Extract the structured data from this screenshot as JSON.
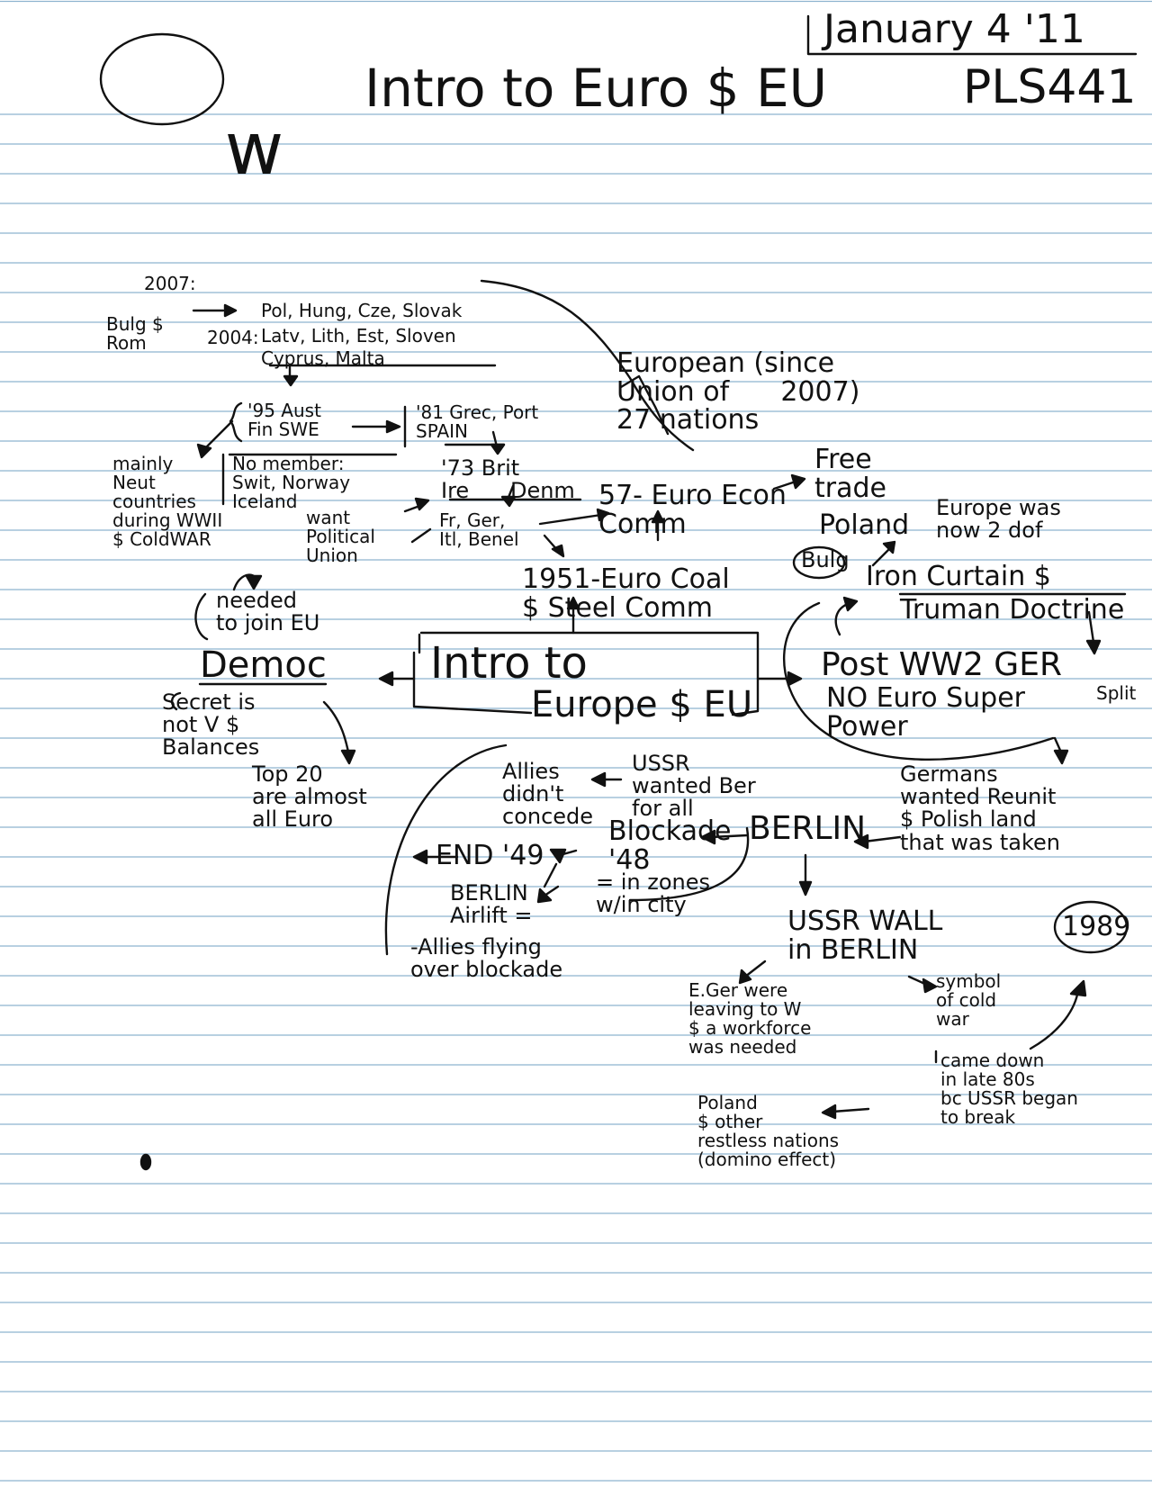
{
  "note": {
    "date": "January 4 '11",
    "title": "Intro to Euro $ EU",
    "course": "PLS441",
    "logo_letter": "w"
  },
  "map": {
    "center": {
      "line1": "Intro to",
      "line2": "Europe $ EU"
    },
    "expansion": {
      "y2007_label": "2007:",
      "y2007": "Bulg $\nRom",
      "y2004_label": "2004:",
      "y2004_line1": "Pol, Hung, Cze, Slovak",
      "y2004_line2": "Latv, Lith, Est, Sloven",
      "y2004_line3": "Cyprus, Malta",
      "y1995": "'95 Aust\nFin SWE",
      "y1981": "'81 Grec, Port\nSPAIN",
      "y1973": "'73 Brit\nIre      Denm",
      "founders": "Fr, Ger,\nItl, Benel",
      "non_members": "No member:\nSwit, Norway\nIceland",
      "neutral": "mainly\nNeut\ncountries\nduring WWII\n$ ColdWAR"
    },
    "eu": {
      "text": "European (since\nUnion of      2007)\n27 nations",
      "political": "want\nPolitical\nUnion",
      "eec": "57- Euro Econ\nComm",
      "free_trade": "Free\ntrade",
      "ecsc": "1951-Euro Coal\n$ Steel Comm"
    },
    "democ": {
      "label": "Democ",
      "needed": "needed\nto join EU",
      "secret": "Secret is\nnot V $\nBalances",
      "top": "Top 20\nare almost\nall Euro"
    },
    "postwar": {
      "heading": "Post WW2 GER",
      "sub": "NO Euro Super\nPower",
      "split": "Split",
      "iron": "Iron Curtain $",
      "truman": "Truman Doctrine",
      "poland": "Poland",
      "bulg": "Bulg",
      "europe_was": "Europe was\nnow 2 dof",
      "germans": "Germans\nwanted Reunit\n$ Polish land\nthat was taken"
    },
    "berlin": {
      "label": "BERLIN",
      "zones": "= in zones\nw/in city",
      "blockade": "Blockade\n'48",
      "end": "END '49",
      "airlift": "BERLIN\nAirlift =",
      "allies_fly": "-Allies flying\nover blockade",
      "allies_concede": "Allies\ndidn't\nconcede",
      "ussr_wanted": "USSR\nwanted Ber\nfor all",
      "wall": "USSR WALL\nin BERLIN",
      "egar": "E.Ger were\nleaving to W\n$ a workforce\nwas needed",
      "symbol": "symbol\nof cold\nwar",
      "came_down": "came down\nin late 80s\nbc USSR began\nto break",
      "y1989": "1989",
      "poland_other": "Poland\n$ other\nrestless nations\n(domino effect)"
    }
  }
}
